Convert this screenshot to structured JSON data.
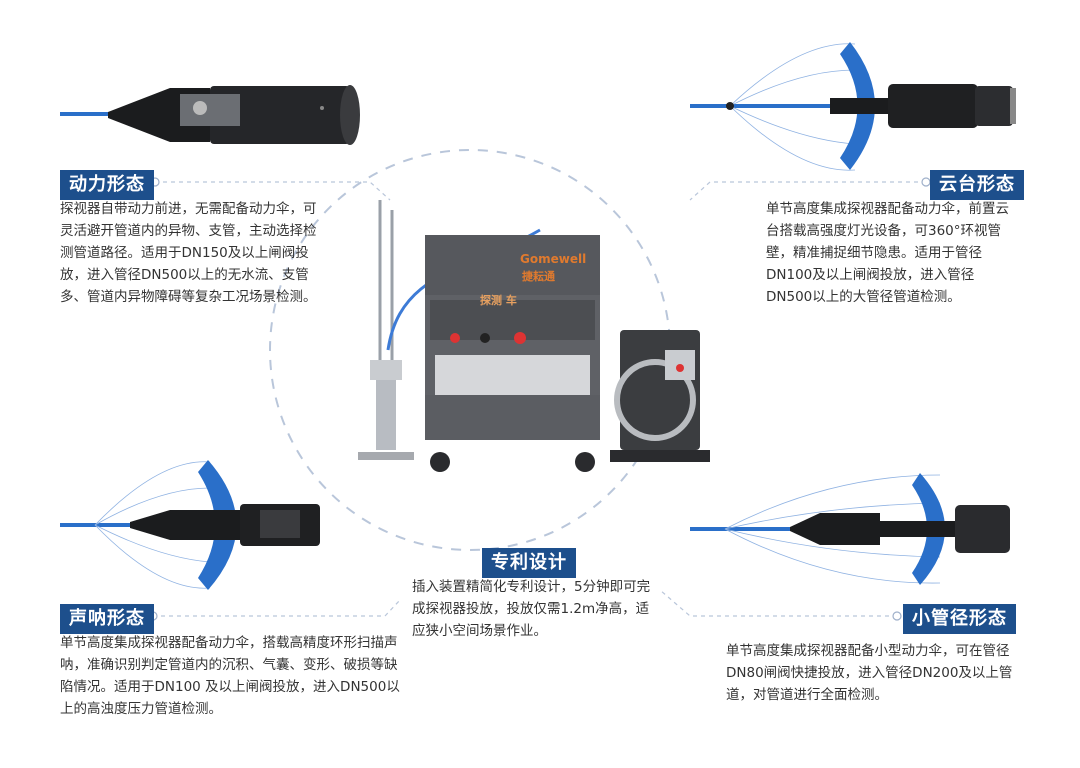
{
  "sections": {
    "power": {
      "tag": "动力形态",
      "text": "探视器自带动力前进，无需配备动力伞，可灵活避开管道内的异物、支管，主动选择检测管道路径。适用于DN150及以上闸阀投放，进入管径DN500以上的无水流、支管多、管道内异物障碍等复杂工况场景检测。"
    },
    "ptz": {
      "tag": "云台形态",
      "text": "单节高度集成探视器配备动力伞，前置云台搭载高强度灯光设备，可360°环视管壁，精准捕捉细节隐患。适用于管径DN100及以上闸阀投放，进入管径DN500以上的大管径管道检测。"
    },
    "sonar": {
      "tag": "声呐形态",
      "text": "单节高度集成探视器配备动力伞，搭载高精度环形扫描声呐，准确识别判定管道内的沉积、气囊、变形、破损等缺陷情况。适用于DN100 及以上闸阀投放，进入DN500以上的高浊度压力管道检测。"
    },
    "patent": {
      "tag": "专利设计",
      "text": "插入装置精简化专利设计，5分钟即可完成探视器投放，投放仅需1.2m净高，适应狭小空间场景作业。"
    },
    "small": {
      "tag": "小管径形态",
      "text": "单节高度集成探视器配备小型动力伞，可在管径DN80闸阀快捷投放，进入管径DN200及以上管道，对管道进行全面检测。"
    }
  },
  "cart": {
    "brand": "Gomewell",
    "brand_cn": "捷耘通",
    "label": "探测 车"
  },
  "colors": {
    "tag_bg": "#1d4f8c",
    "umbrella": "#2a6fc9",
    "dash": "#b8c4d8",
    "cart": "#5f6166"
  }
}
